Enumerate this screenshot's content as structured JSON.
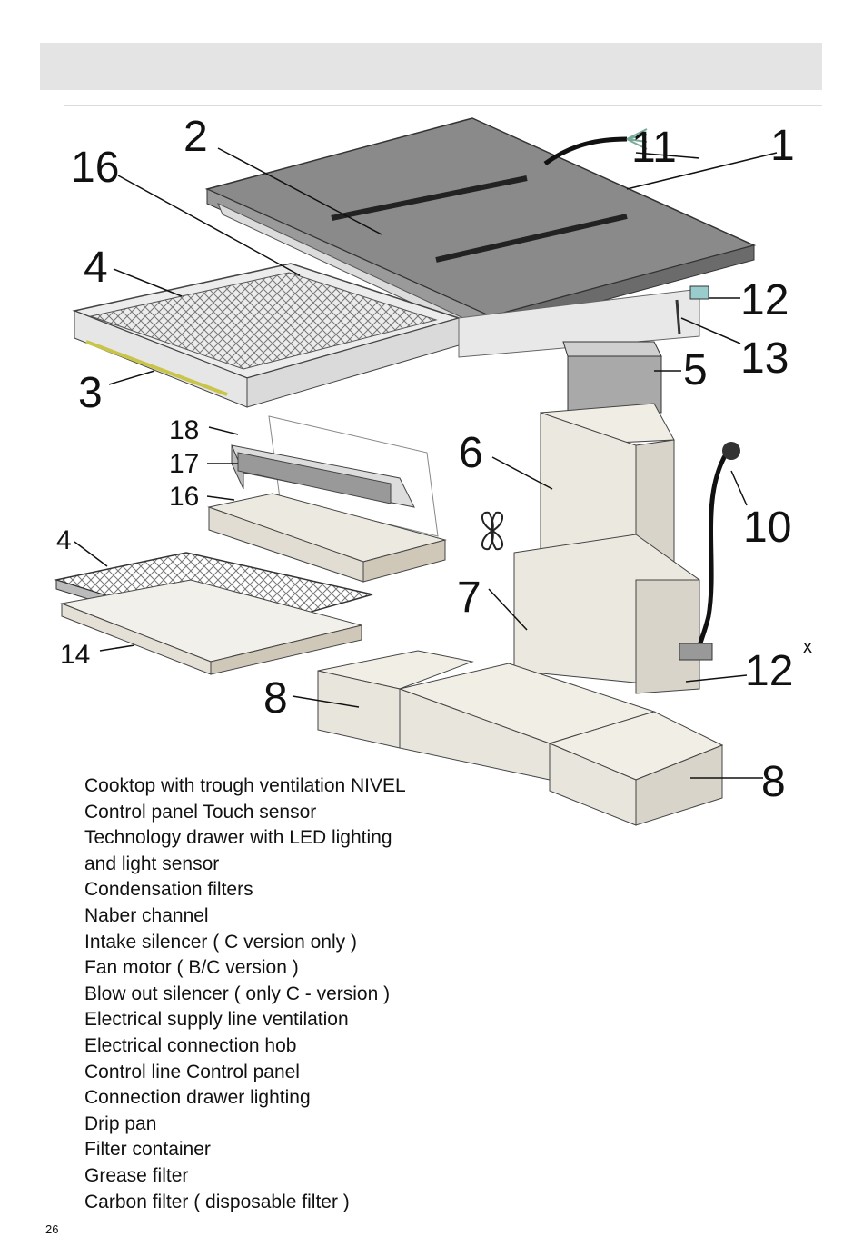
{
  "diagram": {
    "callouts": {
      "c1": "1",
      "c2": "2",
      "c3": "3",
      "c4a": "4",
      "c4b": "4",
      "c5": "5",
      "c6": "6",
      "c7": "7",
      "c8a": "8",
      "c8b": "8",
      "c10": "10",
      "c11": "11",
      "c12a": "12",
      "c12b": "12",
      "c12b_mark": "x",
      "c13": "13",
      "c14": "14",
      "c16a": "16",
      "c16b": "16",
      "c17": "17",
      "c18": "18"
    }
  },
  "parts": [
    "Cooktop with trough ventilation NIVEL",
    "Control panel Touch sensor",
    "Technology drawer with LED lighting",
    "and light sensor",
    "Condensation filters",
    "Naber channel",
    "Intake silencer ( C version only )",
    "Fan motor ( B/C version )",
    "Blow out silencer ( only C - version )",
    "Electrical supply line ventilation",
    "Electrical connection hob",
    "Control line Control panel",
    "Connection drawer lighting",
    "Drip pan",
    "Filter container",
    "Grease filter",
    "Carbon filter ( disposable filter )"
  ],
  "page_number": "26"
}
